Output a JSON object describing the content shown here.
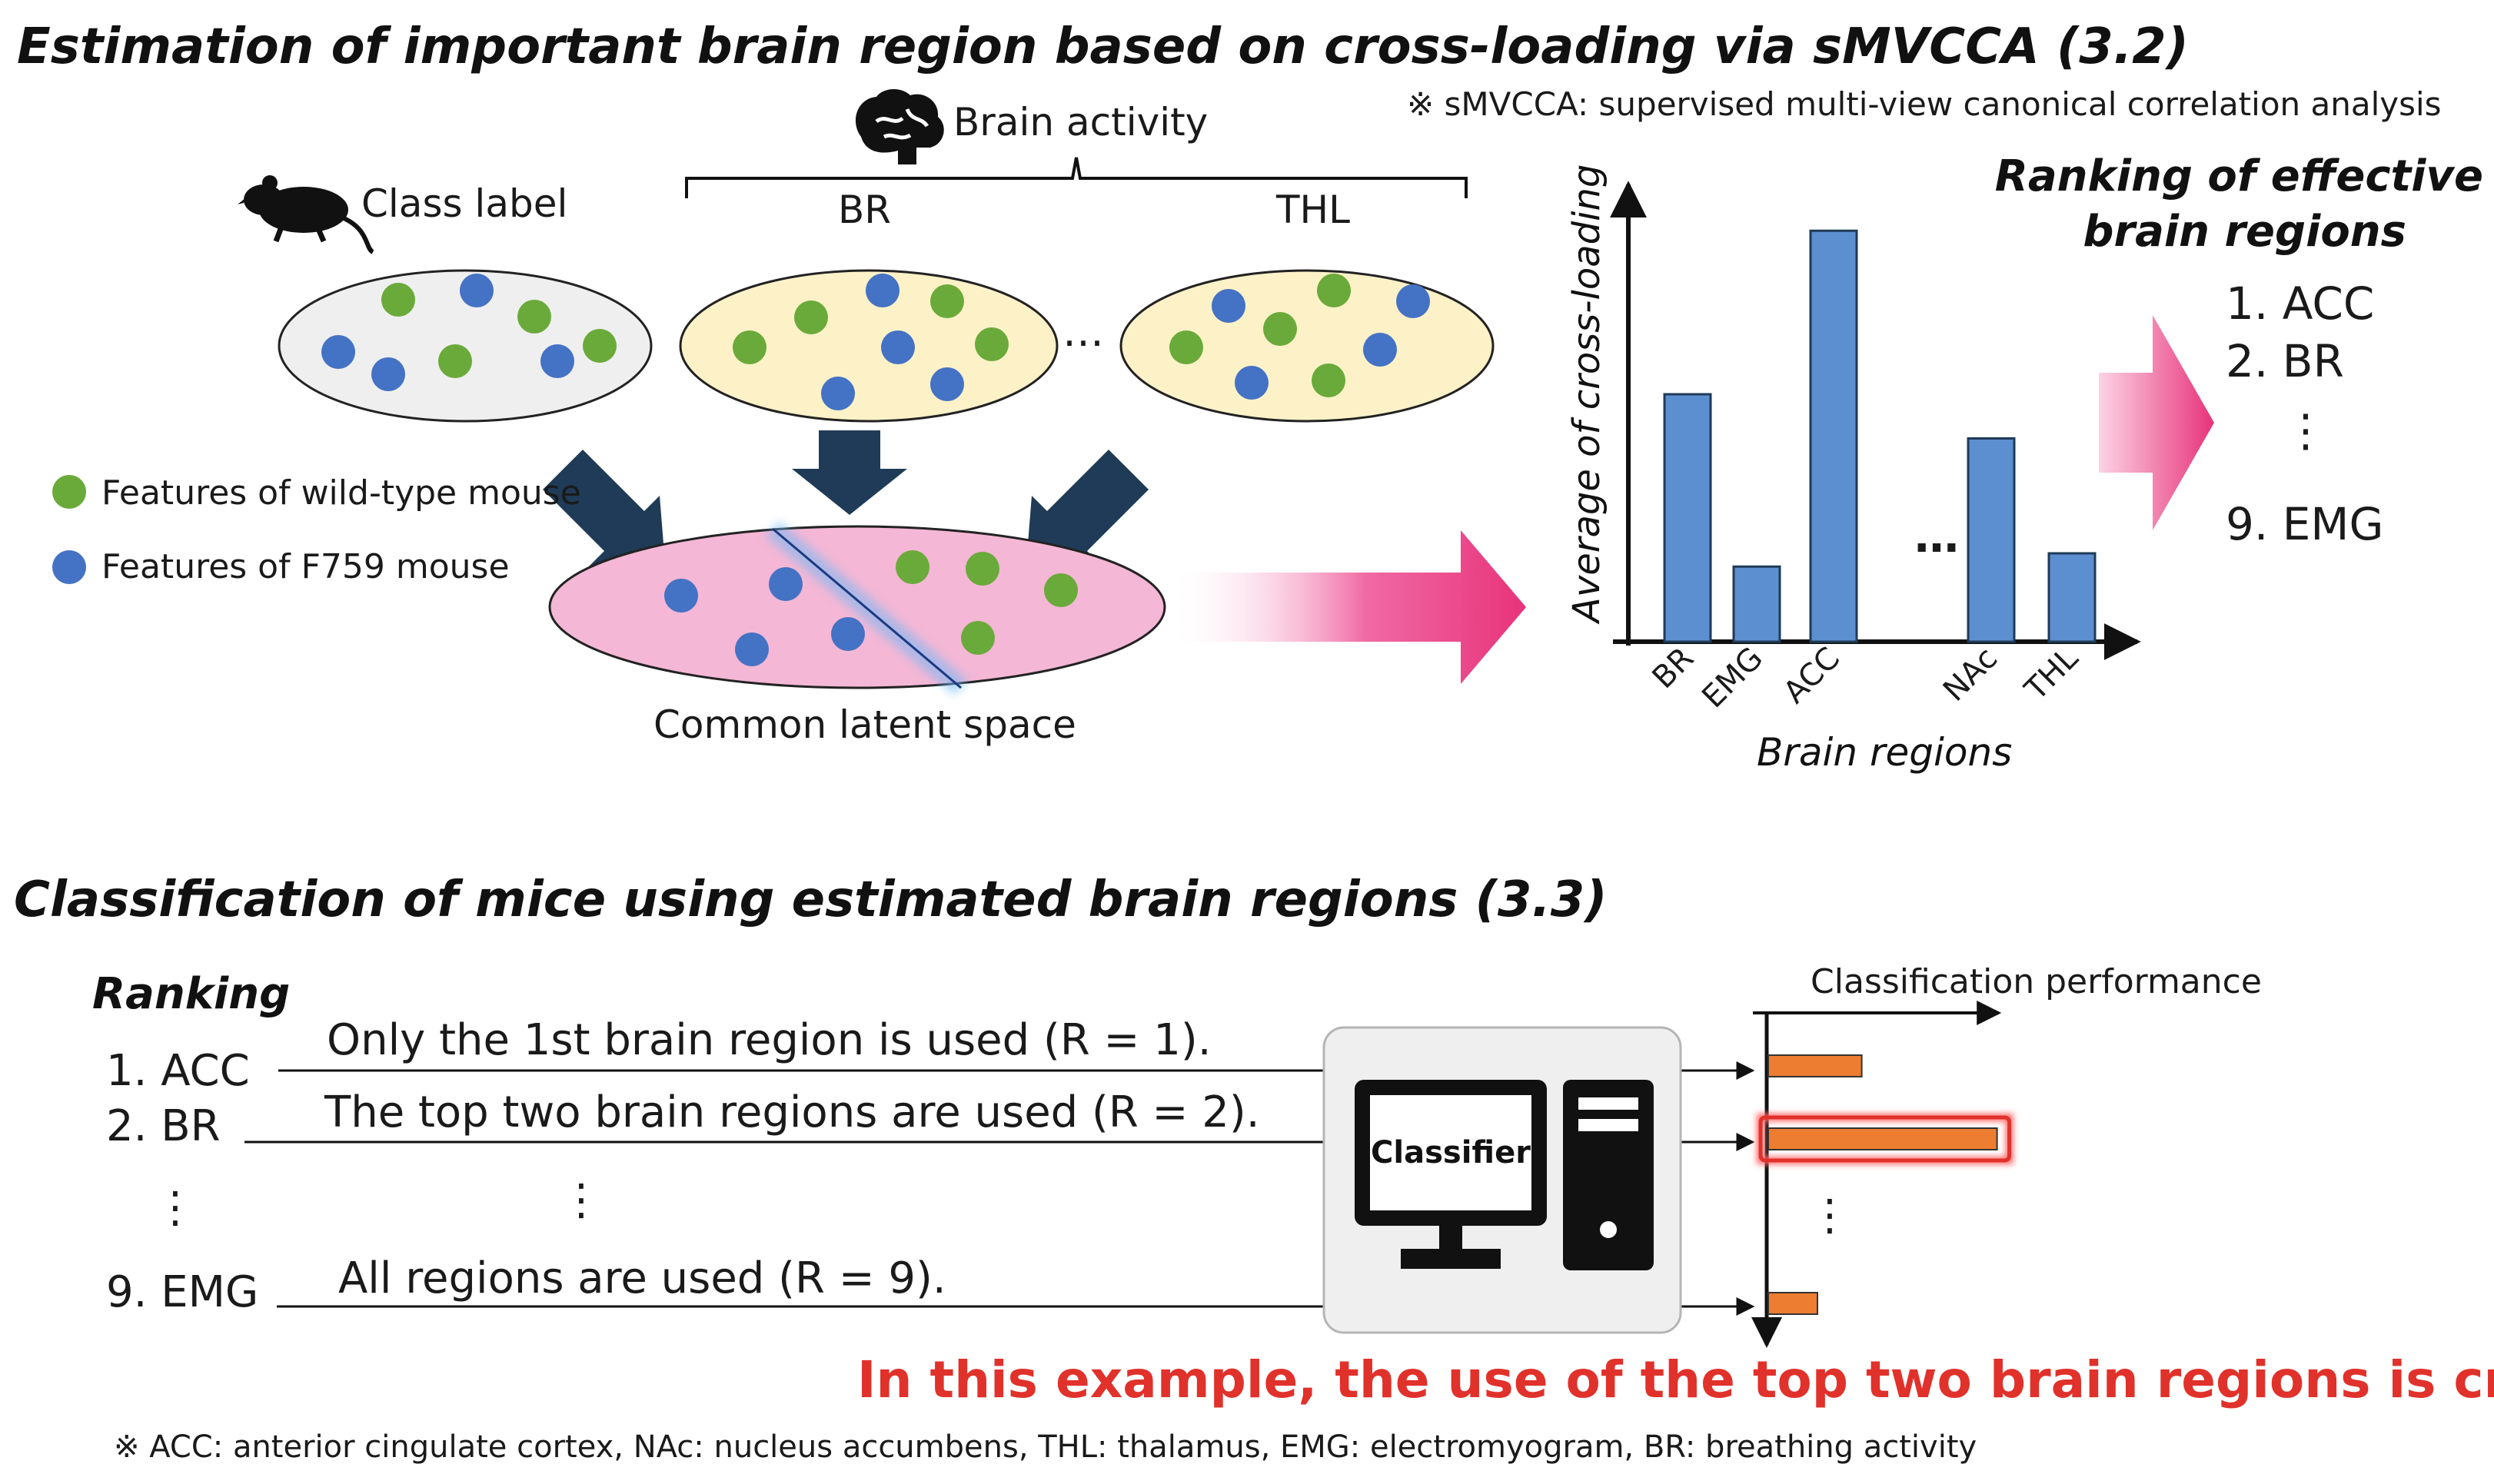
{
  "section1": {
    "title": "Estimation of important brain region based on cross-loading via sMVCCA (3.2)",
    "footnote": "※ sMVCCA: supervised multi-view canonical correlation analysis",
    "brain_activity_label": "Brain activity",
    "class_label": "Class label",
    "views": [
      "BR",
      "THL"
    ],
    "ellipsis": "…",
    "latent_label": "Common latent space",
    "legend": {
      "wild_type": "Features of wild-type mouse",
      "f759": "Features of F759 mouse"
    },
    "ranking_title_line1": "Ranking of effective",
    "ranking_title_line2": "brain regions",
    "ranking_items": [
      "1. ACC",
      "2. BR",
      "9. EMG"
    ],
    "vdots": "⋮"
  },
  "chart_data": {
    "type": "bar",
    "categories": [
      "BR",
      "EMG",
      "ACC",
      "NAc",
      "THL"
    ],
    "values": [
      0.56,
      0.17,
      0.93,
      0.46,
      0.2
    ],
    "gap_marker": "…",
    "ylabel": "Average of cross-loading",
    "xlabel": "Brain regions",
    "ylim": [
      0,
      1
    ],
    "grid": false
  },
  "section2": {
    "title": "Classification of mice using estimated brain regions (3.3)",
    "ranking_label": "Ranking",
    "ranking_items": [
      "1. ACC",
      "2. BR",
      "9. EMG"
    ],
    "lines": [
      "Only the 1st brain region is used (R = 1).",
      "The top two brain regions are used (R = 2).",
      "All regions are used (R = 9)."
    ],
    "classifier_label": "Classifier",
    "performance_label": "Classification performance",
    "performance_bars": [
      0.38,
      0.93,
      0.2
    ],
    "highlighted_bar_index": 1,
    "conclusion": "In this example, the use of the top two brain regions is crucial.",
    "footnote": "※ ACC: anterior cingulate cortex, NAc: nucleus accumbens, THL: thalamus, EMG: electromyogram, BR: breathing activity"
  },
  "colors": {
    "green_dot": "#6aaa3a",
    "blue_dot": "#4472c4",
    "bar_blue": "#5b8fd0",
    "bar_orange": "#ed7d31",
    "arrow_dark": "#1f3b57",
    "pink_arrow": "#e8337a",
    "latent_fill": "#f4b7d5",
    "view_fill": "#fdf1c8",
    "label_fill": "#efefef",
    "highlight_red": "#e0312b"
  }
}
